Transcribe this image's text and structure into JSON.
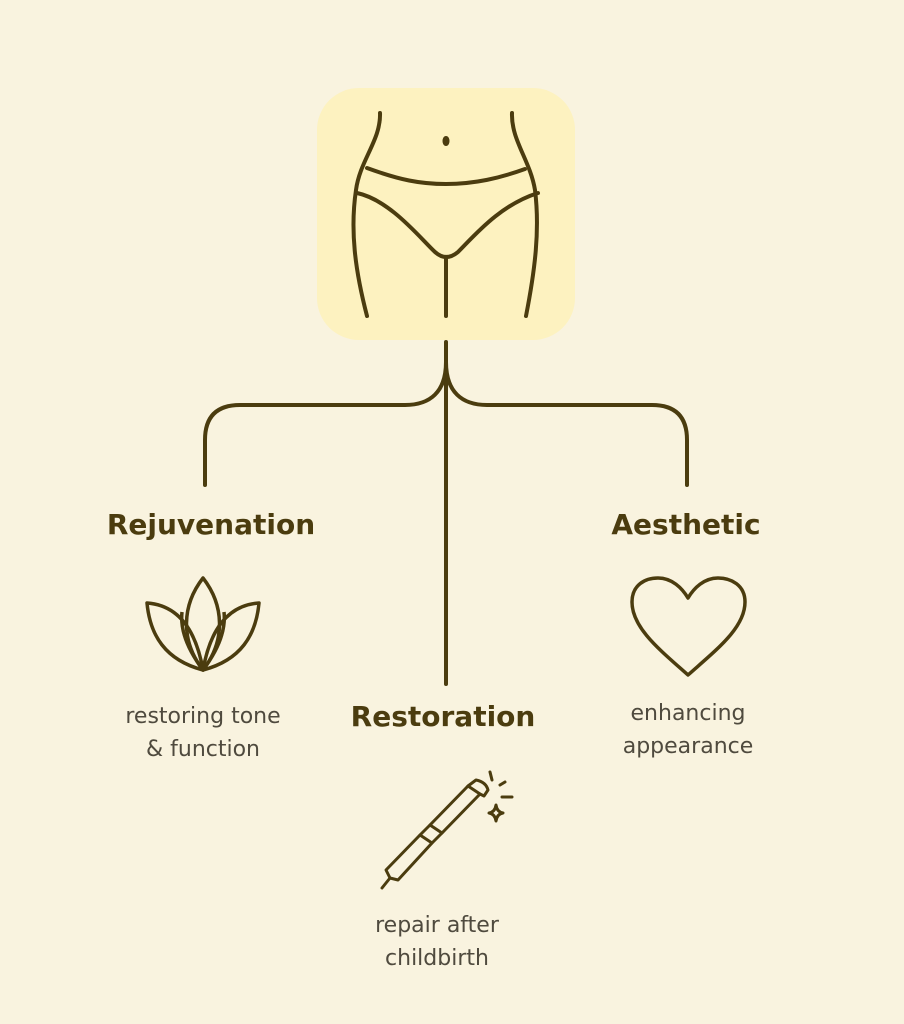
{
  "colors": {
    "background": "#f9f3df",
    "box": "#fdf2c0",
    "line": "#4b3c0f",
    "text": "#4f4a3e"
  },
  "center_icon": "body-pelvis-icon",
  "branches": [
    {
      "title": "Rejuvenation",
      "icon": "lotus-icon",
      "desc_line1": "restoring tone",
      "desc_line2": "& function"
    },
    {
      "title": "Restoration",
      "icon": "laser-pen-icon",
      "desc_line1": "repair after",
      "desc_line2": "childbirth"
    },
    {
      "title": "Aesthetic",
      "icon": "heart-icon",
      "desc_line1": "enhancing",
      "desc_line2": "appearance"
    }
  ]
}
